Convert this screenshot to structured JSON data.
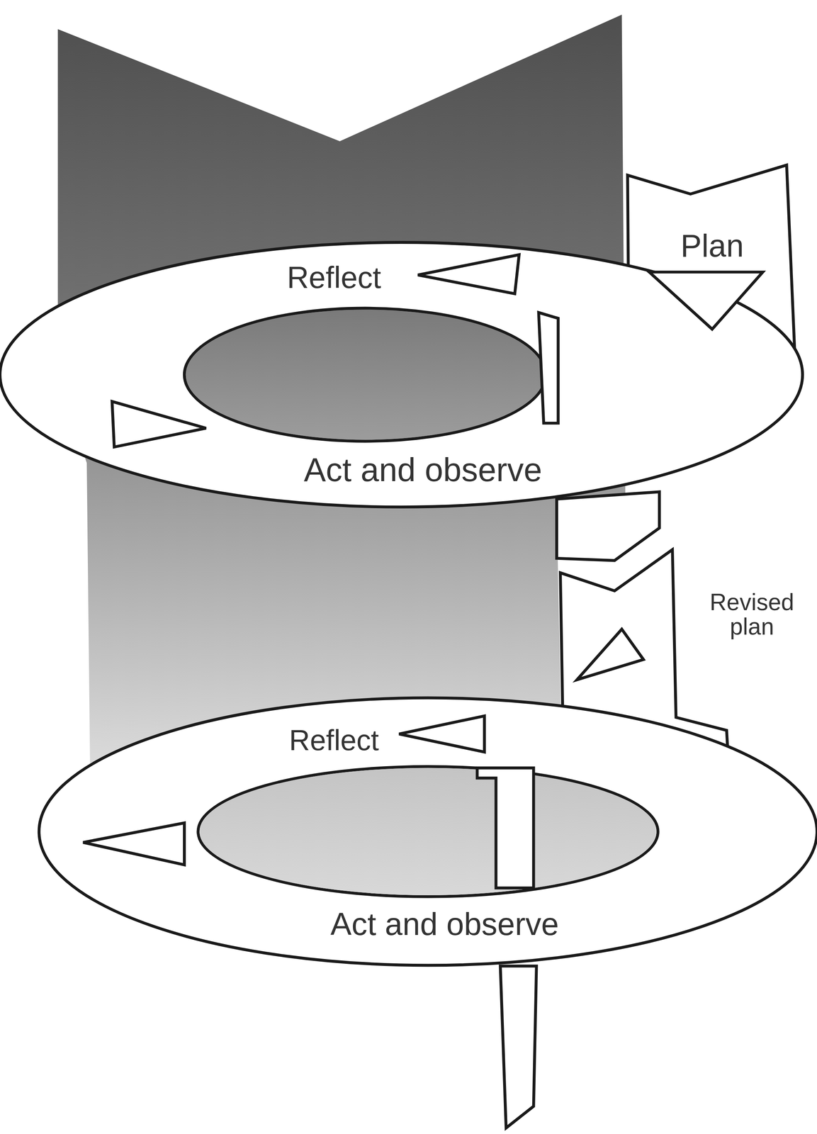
{
  "diagram": {
    "labels": [
      "Reflect",
      "Plan",
      "Act and observe",
      "Revised plan",
      "Reflect",
      "Act and observe"
    ]
  }
}
